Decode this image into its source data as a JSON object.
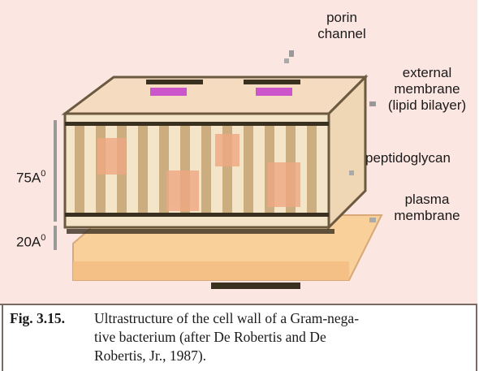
{
  "labels": {
    "porin_1": "porin",
    "porin_2": "channel",
    "external_1": "external",
    "external_2": "membrane",
    "external_3": "(lipid bilayer)",
    "peptidoglycan": "peptidoglycan",
    "plasma_1": "plasma",
    "plasma_2": "membrane",
    "dim_75": "75A",
    "dim_20": "20A",
    "dim_sup": "0"
  },
  "caption": {
    "fig_label": "Fig. 3.15.",
    "line1": "Ultrastructure of the cell wall of a Gram-nega-",
    "line2": "tive bacterium (after De Robertis and De",
    "line3": "Robertis, Jr., 1987)."
  },
  "colors": {
    "panel": "#fce6e1",
    "box_top": "#f5dcc0",
    "box_front": "#f4e4c8",
    "base": "#f9cf9a",
    "porin": "#cc55cc",
    "stripe": "#3a3020"
  }
}
